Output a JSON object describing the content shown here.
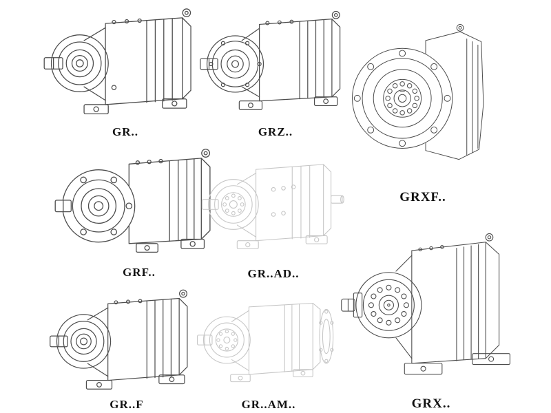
{
  "figures": [
    {
      "label": "GR..",
      "drawing": "helical-gear-reducer-foot-mounted-side-view"
    },
    {
      "label": "GRZ..",
      "drawing": "helical-gear-reducer-foot-mounted-bolted-face"
    },
    {
      "label": "GRXF..",
      "drawing": "helical-gear-reducer-flange-mounted-front-view"
    },
    {
      "label": "GRF..",
      "drawing": "helical-gear-reducer-flange-foot-mounted"
    },
    {
      "label": "GR..AD..",
      "drawing": "helical-gear-reducer-input-shaft-adapter-ghost"
    },
    {
      "label": "GR..F",
      "drawing": "helical-gear-reducer-foot-mounted-variant"
    },
    {
      "label": "GR..AM..",
      "drawing": "helical-gear-reducer-motor-flange-adapter-ghost"
    },
    {
      "label": "GRX..",
      "drawing": "helical-gear-reducer-large-foot-mounted"
    }
  ],
  "colors": {
    "line": "#4d4d4d",
    "ghost_line": "#c6c6c6",
    "background": "#ffffff",
    "label_text": "#111111"
  }
}
